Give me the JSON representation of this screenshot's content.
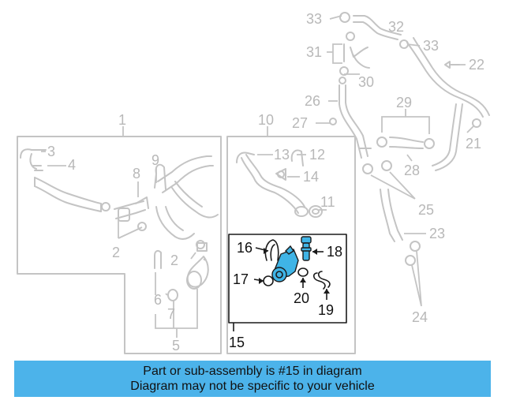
{
  "callouts": {
    "c1": "1",
    "c2a": "2",
    "c2b": "2",
    "c3": "3",
    "c4": "4",
    "c5": "5",
    "c6": "6",
    "c7": "7",
    "c8": "8",
    "c9": "9",
    "c10": "10",
    "c11": "11",
    "c12": "12",
    "c13": "13",
    "c14": "14",
    "c15": "15",
    "c16": "16",
    "c17": "17",
    "c18": "18",
    "c19": "19",
    "c20": "20",
    "c21": "21",
    "c22": "22",
    "c23": "23",
    "c24": "24",
    "c25": "25",
    "c26": "26",
    "c27": "27",
    "c28": "28",
    "c29": "29",
    "c30": "30",
    "c31": "31",
    "c32": "32",
    "c33a": "33",
    "c33b": "33"
  },
  "highlight_color": "#3fb4e6",
  "banner": {
    "line1": "Part or sub-assembly is #15 in diagram",
    "line2": "Diagram may not be specific to your vehicle",
    "color": "#4cb3ea"
  }
}
